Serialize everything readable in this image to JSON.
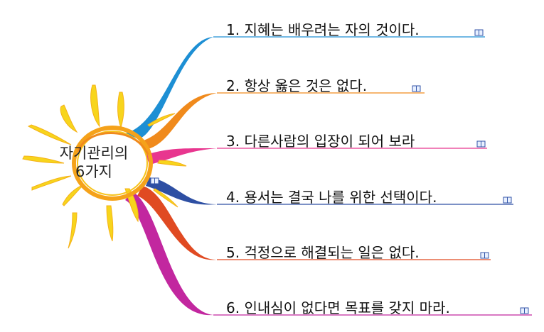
{
  "center": {
    "line1": "자기관리의",
    "line2": "6가지"
  },
  "branches": [
    {
      "label": "1. 지혜는 배우려는 자의 것이다.",
      "color": "#1d8fd4",
      "icon": "note-icon"
    },
    {
      "label": "2. 항상 옳은 것은 없다.",
      "color": "#f08a1c",
      "icon": "note-icon"
    },
    {
      "label": "3. 다른사람의 입장이 되어 보라",
      "color": "#e8368f",
      "icon": "note-icon"
    },
    {
      "label": "4. 용서는 결국 나를 위한 선택이다.",
      "color": "#2e4fa3",
      "icon": "note-icon"
    },
    {
      "label": "5. 걱정으로 해결되는 일은 없다.",
      "color": "#e04a22",
      "icon": "note-icon"
    },
    {
      "label": "6. 인내심이 없다면 목표를 갖지 마라.",
      "color": "#c2279f",
      "icon": "note-icon"
    }
  ],
  "sun": {
    "ray_color": "#f7d51c",
    "ring_color": "#f5a21a"
  }
}
